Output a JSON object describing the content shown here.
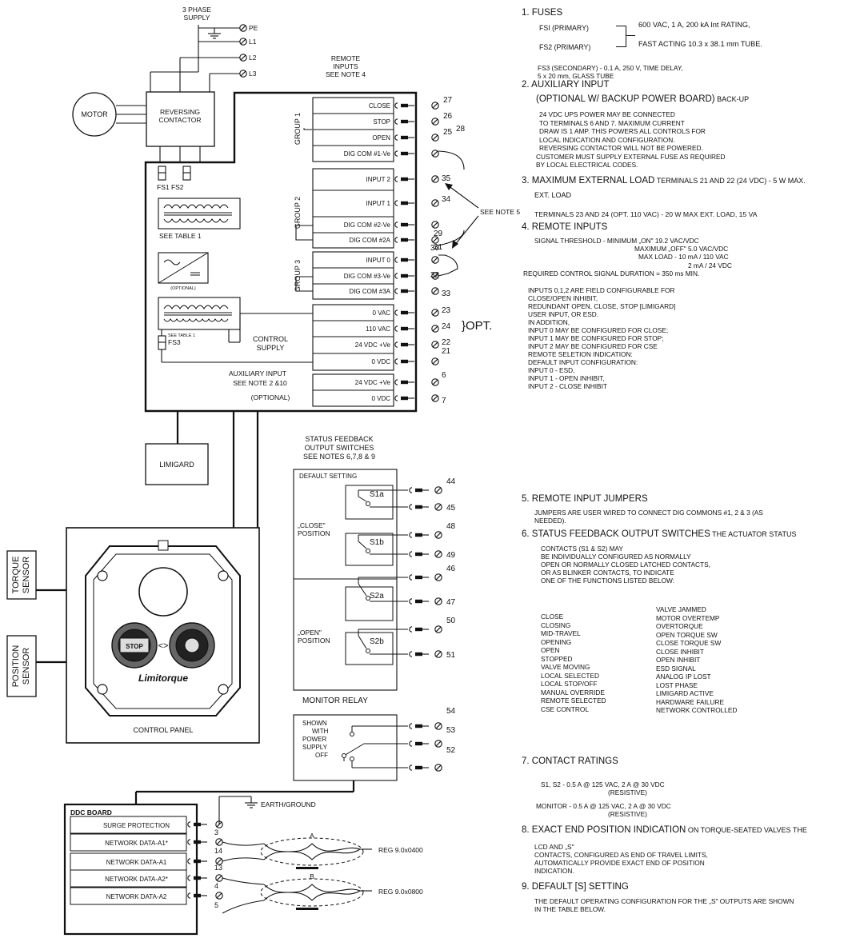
{
  "supply": {
    "label_1": "3 PHASE",
    "label_2": "SUPPLY",
    "phases": [
      "PE",
      "L1",
      "L2",
      "L3"
    ]
  },
  "motor": {
    "label": "MOTOR"
  },
  "contactor": {
    "label_1": "REVERSING",
    "label_2": "CONTACTOR"
  },
  "remote_inputs": {
    "label_1": "REMOTE",
    "label_2": "INPUTS",
    "label_3": "SEE NOTE 4"
  },
  "fuses_label": "FS1 FS2",
  "table1_label": "SEE TABLE 1",
  "optional_label": "(OPTIONAL)",
  "table1_small": "SEE TABLE 1",
  "fs3_label": "FS3",
  "groups": [
    "GROUP 1",
    "GROUP 2",
    "GROUP 3"
  ],
  "inputs": [
    {
      "label": "CLOSE",
      "terminal": "27"
    },
    {
      "label": "STOP",
      "terminal": "26"
    },
    {
      "label": "OPEN",
      "terminal": "25"
    },
    {
      "label": "DIG COM #1-Ve",
      "terminal": "28"
    },
    {
      "label": "INPUT 2",
      "terminal": "35"
    },
    {
      "label": "INPUT 1",
      "terminal": "34"
    },
    {
      "label": "DIG COM #2-Ve",
      "terminal": "29"
    },
    {
      "label": "DIG COM #2A",
      "terminal": "31"
    },
    {
      "label": "INPUT 0",
      "terminal": "30"
    },
    {
      "label": "DIG COM #3-Ve",
      "terminal": "32"
    },
    {
      "label": "DIG COM #3A",
      "terminal": "33"
    },
    {
      "label": "0 VAC",
      "terminal": "23"
    },
    {
      "label": "110 VAC",
      "terminal": "24"
    },
    {
      "label": "24 VDC +Ve",
      "terminal": "22"
    },
    {
      "label": "0 VDC",
      "terminal": "21"
    },
    {
      "label": "24 VDC +Ve",
      "terminal": "6"
    },
    {
      "label": "0 VDC",
      "terminal": "7"
    }
  ],
  "see_note5": "SEE NOTE 5",
  "opt_label": "}OPT.",
  "control_supply": {
    "label_1": "CONTROL",
    "label_2": "SUPPLY"
  },
  "aux_input": {
    "label_1": "AUXILIARY INPUT",
    "label_2": "SEE NOTE 2 &10",
    "label_3": "(OPTIONAL)"
  },
  "limigard": {
    "label": "LIMIGARD"
  },
  "status_feedback": {
    "label_1": "STATUS FEEDBACK",
    "label_2": "OUTPUT SWITCHES",
    "label_3": "SEE NOTES 6,7,8 & 9"
  },
  "default_setting": "DEFAULT SETTING",
  "close_position": {
    "label_1": "„CLOSE\"",
    "label_2": "POSITION"
  },
  "open_position": {
    "label_1": "„OPEN\"",
    "label_2": "POSITION"
  },
  "switches": [
    {
      "name": "S1a",
      "t1": "44",
      "t2": "45"
    },
    {
      "name": "S1b",
      "t1": "48",
      "t2": "49"
    },
    {
      "name": "S2a",
      "t1": "46",
      "t2": "47"
    },
    {
      "name": "S2b",
      "t1": "50",
      "t2": "51"
    }
  ],
  "monitor_relay": {
    "label": "MONITOR RELAY",
    "shown_1": "SHOWN",
    "shown_2": "WITH",
    "shown_3": "POWER",
    "shown_4": "SUPPLY",
    "shown_5": "OFF",
    "terminals": [
      "54",
      "53",
      "52"
    ]
  },
  "torque_sensor": {
    "label_1": "TORQUE",
    "label_2": "SENSOR"
  },
  "position_sensor": {
    "label_1": "POSITION",
    "label_2": "SENSOR"
  },
  "control_panel": {
    "label": "CONTROL PANEL",
    "brand": "Limitorque",
    "stop_label": "STOP"
  },
  "ddc_board": {
    "title": "DDC BOARD",
    "rows": [
      {
        "label": "SURGE PROTECTION",
        "terminal": "3"
      },
      {
        "label": "NETWORK DATA-A1*",
        "terminal": "14"
      },
      {
        "label": "NETWORK DATA-A1",
        "terminal": "13"
      },
      {
        "label": "NETWORK DATA-A2*",
        "terminal": "4"
      },
      {
        "label": "NETWORK DATA-A2",
        "terminal": "5"
      }
    ],
    "earth": "EARTH/GROUND",
    "cable_a": "A",
    "cable_b": "B",
    "reg_a": "REG 9.0x0400",
    "reg_b": "REG 9.0x0800"
  },
  "notes": {
    "n1_title": "1. FUSES",
    "n1_fs1": "FSI (PRIMARY)",
    "n1_fs2": "FS2 (PRIMARY)",
    "n1_spec_1": "600 VAC, 1 A, 200 kA Int RATING,",
    "n1_spec_2": "FAST ACTING 10.3 x 38.1 mm TUBE.",
    "n1_fs3_1": "FS3 (SECONDARY) - 0.1 A, 250 V, TIME DELAY,",
    "n1_fs3_2": "5 x 20 mm, GLASS TUBE",
    "n2_title": "2. AUXILIARY INPUT",
    "n2_sub_lead": "(OPTIONAL W/ BACKUP POWER BOARD)",
    "n2_sub_rest": " BACK-UP",
    "n2_body": [
      "24  VDC UPS POWER MAY BE CONNECTED",
      "TO TERMINALS 6 AND 7. MAXIMUM CURRENT",
      "DRAW IS 1 AMP. THIS POWERS ALL CONTROLS FOR",
      "LOCAL INDICATION AND CONFIGURATION.",
      "REVERSING CONTACTOR WILL NOT BE POWERED."
    ],
    "n2_body2": [
      "CUSTOMER MUST SUPPLY EXTERNAL FUSE AS REQUIRED",
      "BY LOCAL ELECTRICAL CODES."
    ],
    "n3_title_lead": "3. MAXIMUM EXTERNAL LOAD",
    "n3_title_rest": " TERMINALS 21 AND 22 (24 VDC) - 5 W MAX.",
    "n3_ext": "EXT. LOAD",
    "n3_body": "TERMINALS 23 AND 24 (OPT. 110 VAC) - 20 W MAX EXT. LOAD, 15 VA",
    "n4_title": "4. REMOTE INPUTS",
    "n4_sig_1": "SIGNAL THRESHOLD - MINIMUM „ON\" 19.2 VAC/VDC",
    "n4_sig_2": "MAXIMUM „OFF\" 5.0 VAC/VDC",
    "n4_sig_3": "MAX LOAD - 10 mA / 110 VAC",
    "n4_sig_4": "2 mA / 24 VDC",
    "n4_sig_5": "REQUIRED CONTROL SIGNAL DURATION = 350 ms MIN.",
    "n4_body": [
      "INPUTS 0,1,2 ARE FIELD CONFIGURABLE FOR",
      "   CLOSE/OPEN INHIBIT,",
      "   REDUNDANT OPEN, CLOSE, STOP [LIMIGARD]",
      "   USER INPUT, OR ESD.",
      "   IN ADDITION,",
      "      INPUT 0 MAY BE CONFIGURED FOR CLOSE;",
      "      INPUT 1 MAY BE CONFIGURED FOR STOP;",
      "      INPUT 2 MAY BE CONFIGURED FOR CSE",
      "           REMOTE SELETION INDICATION:",
      "   DEFAULT INPUT CONFIGURATION:",
      "   INPUT 0 - ESD,",
      "   INPUT 1 - OPEN INHIBIT,",
      "   INPUT 2 - CLOSE INHIBIT"
    ],
    "n5_title": "5. REMOTE INPUT JUMPERS",
    "n5_body": [
      "JUMPERS ARE USER WIRED TO CONNECT DIG COMMONS #1, 2 & 3 (AS",
      "NEEDED)."
    ],
    "n6_title_lead": "6. STATUS FEEDBACK OUTPUT SWITCHES",
    "n6_title_rest": " THE ACTUATOR STATUS",
    "n6_body": [
      "CONTACTS (S1 & S2) MAY",
      "BE INDIVIDUALLY CONFIGURED AS NORMALLY",
      "OPEN OR NORMALLY CLOSED LATCHED CONTACTS,",
      "OR AS BLINKER CONTACTS, TO INDICATE",
      "ONE OF THE FUNCTIONS LISTED BELOW:"
    ],
    "n6_col1": [
      "CLOSE",
      "CLOSING",
      "MID-TRAVEL",
      "OPENING",
      "OPEN",
      "STOPPED",
      "VALVE MOVING",
      "LOCAL SELECTED",
      "LOCAL STOP/OFF",
      "MANUAL OVERRIDE",
      "REMOTE SELECTED",
      "CSE CONTROL"
    ],
    "n6_col2": [
      "VALVE JAMMED",
      "MOTOR OVERTEMP",
      "OVERTORQUE",
      "OPEN TORQUE SW",
      "CLOSE TORQUE SW",
      "CLOSE INHIBIT",
      "OPEN INHIBIT",
      "ESD SIGNAL",
      "ANALOG IP LOST",
      "LOST PHASE",
      "LIMIGARD ACTIVE",
      "HARDWARE FAILURE",
      "NETWORK CONTROLLED"
    ],
    "n7_title": "7. CONTACT RATINGS",
    "n7_s_1": "S1, S2 - 0.5 A @ 125 VAC, 2 A @ 30 VDC",
    "n7_s_2": "(RESISTIVE)",
    "n7_m_1": "MONITOR - 0.5 A @ 125 VAC, 2 A @ 30 VDC",
    "n7_m_2": "(RESISTIVE)",
    "n8_title_lead": "8. EXACT END POSITION INDICATION",
    "n8_title_rest": " ON TORQUE-SEATED VALVES THE",
    "n8_body": [
      "LCD AND „S\"",
      "CONTACTS, CONFIGURED AS END OF TRAVEL LIMITS,",
      "AUTOMATICALLY PROVIDE EXACT END OF POSITION",
      "INDICATION."
    ],
    "n9_title": "9. DEFAULT [S] SETTING",
    "n9_body": [
      "THE DEFAULT OPERATING CONFIGURATION FOR THE „S\" OUTPUTS ARE SHOWN",
      "IN THE TABLE BELOW."
    ]
  }
}
